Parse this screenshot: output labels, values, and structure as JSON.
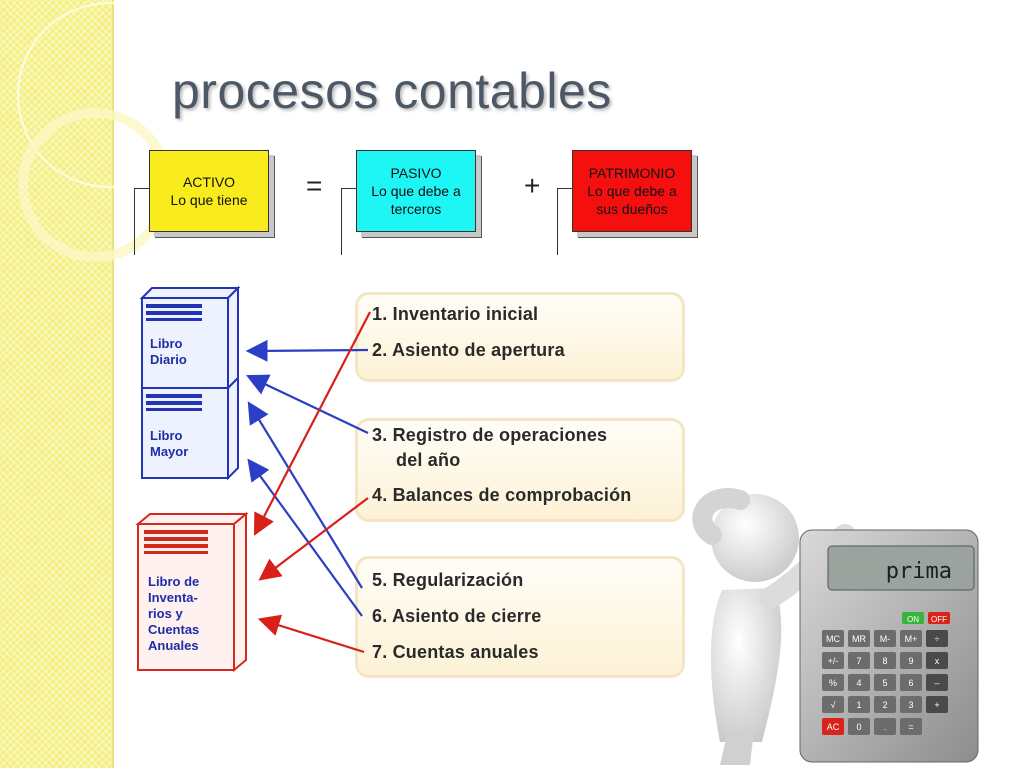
{
  "title": "procesos contables",
  "equation": {
    "activo": {
      "line1": "ACTIVO",
      "line2": "Lo que tiene",
      "color": "#f9ec1c"
    },
    "equals": "=",
    "pasivo": {
      "line1": "PASIVO",
      "line2": "Lo que debe a",
      "line3": "terceros",
      "color": "#1ef5f5"
    },
    "plus": "+",
    "patrimonio": {
      "line1": "PATRIMONIO",
      "line2": "Lo que debe a",
      "line3": "sus dueños",
      "color": "#f50f0f"
    }
  },
  "books": {
    "diario": {
      "line1": "Libro",
      "line2": "Diario"
    },
    "mayor": {
      "line1": "Libro",
      "line2": "Mayor"
    },
    "inventarios": {
      "line1": "Libro de",
      "line2": "Inventa-",
      "line3": "rios y",
      "line4": "Cuentas",
      "line5": "Anuales"
    }
  },
  "steps": [
    "1. Inventario inicial",
    "2.  Asiento de apertura",
    "3. Registro de operaciones",
    "del año",
    "4. Balances de comprobación",
    "5. Regularización",
    "6. Asiento de cierre",
    "7. Cuentas anuales"
  ],
  "calculator": {
    "display": "prima",
    "on": "ON",
    "off": "OFF",
    "keys": [
      "MC",
      "MR",
      "M-",
      "M+",
      "÷",
      "+/-",
      "7",
      "8",
      "9",
      "x",
      "%",
      "4",
      "5",
      "6",
      "–",
      "√",
      "1",
      "2",
      "3",
      "+",
      "AC",
      "0",
      ".",
      "="
    ]
  },
  "colors": {
    "blue_arrow": "#2b3fc6",
    "red_arrow": "#d8201a",
    "blue_book": "#1d2ea8",
    "red_book": "#d42a1e"
  }
}
